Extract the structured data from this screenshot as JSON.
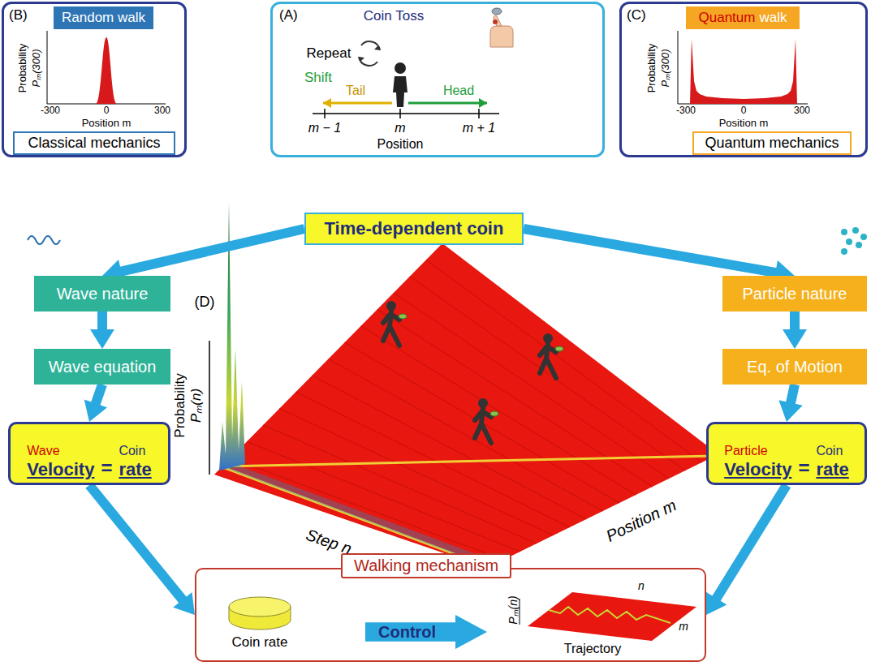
{
  "diagram": {
    "nodes": [
      {
        "text": [
          "(B)"
        ]
      },
      {
        "text": [
          "Random walk"
        ],
        "in": 0
      },
      {
        "text": [
          "Classical mechanics"
        ],
        "in": 0
      },
      {
        "text": [
          "(A)"
        ]
      },
      {
        "text": [
          "(C)"
        ]
      },
      {
        "text": [
          "Quantum",
          "walk"
        ],
        "in": 4
      },
      {
        "text": [
          "Quantum mechanics"
        ],
        "in": 4
      },
      {
        "text": [
          "Time-dependent coin"
        ]
      },
      {
        "text": [
          "Wave nature"
        ]
      },
      {
        "text": [
          "Wave equation"
        ]
      },
      {
        "text": [
          "Wave",
          "Velocity",
          "=",
          "Coin",
          "rate"
        ]
      },
      {
        "text": [
          "Particle nature"
        ]
      },
      {
        "text": [
          "Eq. of Motion"
        ]
      },
      {
        "text": [
          "Particle",
          "Velocity",
          "=",
          "Coin",
          "rate"
        ]
      },
      {
        "text": [
          "Walking mechanism"
        ]
      },
      {
        "text": [
          "Control"
        ],
        "in": 14
      }
    ],
    "edges": [
      {
        "from": 7,
        "to": 8,
        "arrow": "to"
      },
      {
        "from": 7,
        "to": 11,
        "arrow": "to"
      },
      {
        "from": 8,
        "to": 9,
        "arrow": "to"
      },
      {
        "from": 9,
        "to": 10,
        "arrow": "to"
      },
      {
        "from": 11,
        "to": 12,
        "arrow": "to"
      },
      {
        "from": 12,
        "to": 13,
        "arrow": "to"
      },
      {
        "from": 10,
        "to": 14,
        "arrow": "to"
      },
      {
        "from": 13,
        "to": 14,
        "arrow": "to"
      }
    ],
    "labels": [
      "Coin Toss",
      "Repeat",
      "Shift",
      "Tail",
      "Head",
      "m − 1",
      "m",
      "m + 1",
      "Position",
      "Probability",
      "Pₘ(300)",
      "-300",
      "0",
      "300",
      "Position m",
      "Probability",
      "Pₘ(300)",
      "-300",
      "0",
      "300",
      "Position m",
      "(D)",
      "Probability",
      "Pₘ(n)",
      "Step n",
      "Position m",
      "Coin rate",
      "Pₘ(n)",
      "n",
      "m",
      "Trajectory"
    ]
  }
}
